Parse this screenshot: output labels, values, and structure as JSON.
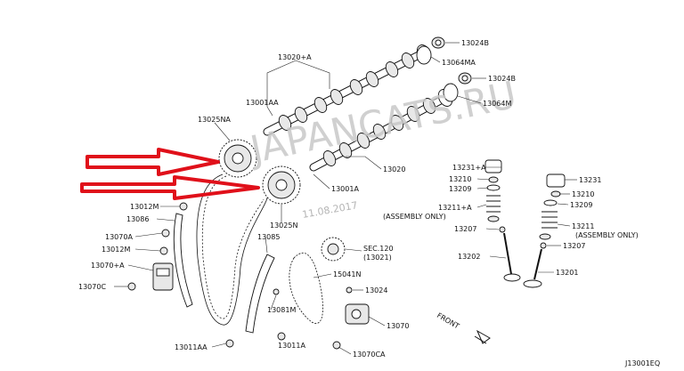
{
  "watermark": "JAPANCATS.RU",
  "date_stamp": "11.08.2017",
  "figure_code": "J13001EQ",
  "front_label": "FRONT",
  "colors": {
    "arrow": "#e0101a",
    "watermark": "#c8c8c8",
    "date": "#b5b5b5",
    "line": "#111111"
  },
  "labels": {
    "l13020A": "13020+A",
    "l13001AA_top": "13001AA",
    "l13025NA": "13025NA",
    "l13024B_1": "13024B",
    "l13064MA": "13064MA",
    "l13024B_2": "13024B",
    "l13064M": "13064M",
    "l13020": "13020",
    "l13001A": "13001A",
    "l13012M_1": "13012M",
    "l13086": "13086",
    "l13025N": "13025N",
    "l13070A": "13070A",
    "l13012M_2": "13012M",
    "l13085": "13085",
    "l13070plusA": "13070+A",
    "l13070C": "13070C",
    "lSEC120": "SEC.120",
    "lSEC120sub": "(13021)",
    "l15041N": "15041N",
    "l13024": "13024",
    "l13081M": "13081M",
    "l13070": "13070",
    "l13011AA": "13011AA",
    "l13011A": "13011A",
    "l13070CA": "13070CA",
    "l13231A": "13231+A",
    "l13210_L": "13210",
    "l13209_L": "13209",
    "l13211A": "13211+A",
    "lAsmOnly_L": "(ASSEMBLY ONLY)",
    "l13207_L": "13207",
    "l13202": "13202",
    "l13231": "13231",
    "l13210_R": "13210",
    "l13209_R": "13209",
    "l13211": "13211",
    "lAsmOnly_R": "(ASSEMBLY ONLY)",
    "l13207_R": "13207",
    "l13201": "13201"
  }
}
